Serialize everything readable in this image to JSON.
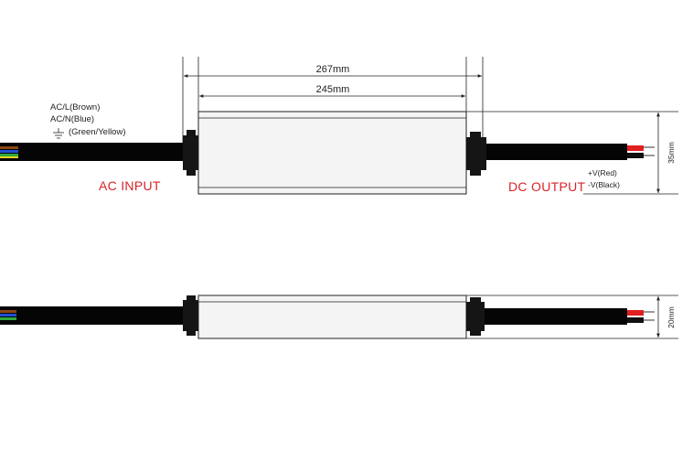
{
  "dimensions": {
    "overall_length": "267mm",
    "body_length": "245mm",
    "height_top": "35mm",
    "height_side": "20mm"
  },
  "input_wires": {
    "live": "AC/L(Brown)",
    "neutral": "AC/N(Blue)",
    "ground": "(Green/Yellow)"
  },
  "output_wires": {
    "positive": "+V(Red)",
    "negative": "-V(Black)"
  },
  "labels": {
    "ac_input": "AC INPUT",
    "dc_output": "DC OUTPUT"
  },
  "colors": {
    "label_red": "#d8232a",
    "wire_brown": "#8b4513",
    "wire_blue": "#1f4fd6",
    "wire_green": "#2eaa3c",
    "wire_yellow": "#e6d21c",
    "wire_red": "#e02020"
  }
}
